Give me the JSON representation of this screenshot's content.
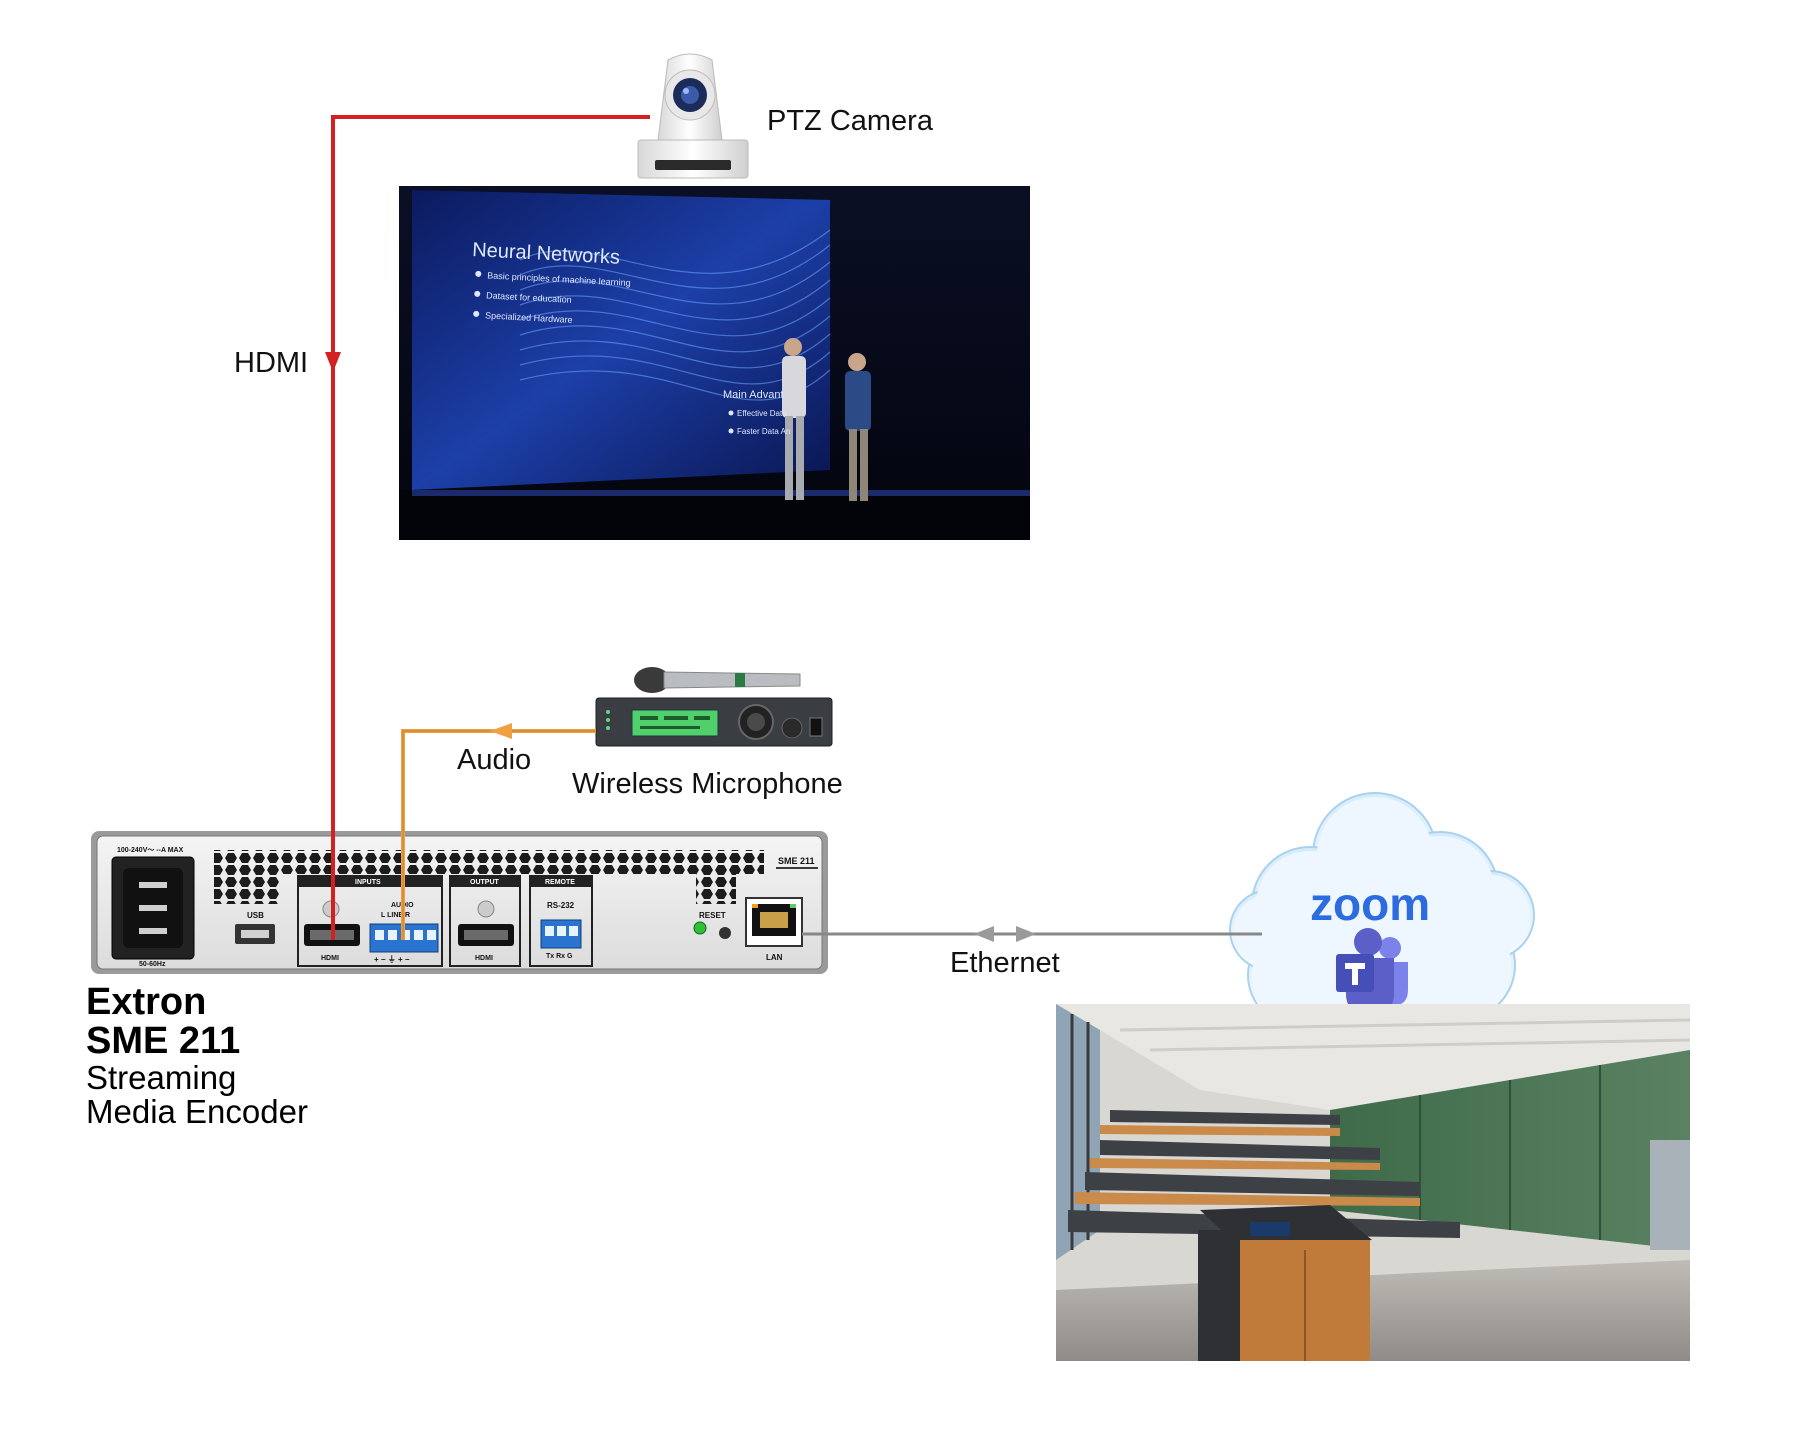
{
  "labels": {
    "ptz_camera": "PTZ Camera",
    "hdmi_cable": "HDMI",
    "audio_cable": "Audio",
    "wireless_mic": "Wireless Microphone",
    "ethernet_cable": "Ethernet"
  },
  "device": {
    "brand": "Extron",
    "model": "SME 211",
    "desc_line1": "Streaming",
    "desc_line2": "Media Encoder"
  },
  "panel": {
    "power_rating": "100-240V〜 --A MAX",
    "frequency": "50-60Hz",
    "usb": "USB",
    "inputs": "INPUTS",
    "hdmi_in": "HDMI",
    "audio": "AUDIO",
    "line": "L   LINE   R",
    "audio_pins": "+  −  ⏚  +  −",
    "output": "OUTPUT",
    "hdmi_out": "HDMI",
    "remote": "REMOTE",
    "rs232": "RS-232",
    "rs232_pins": "Tx Rx G",
    "reset": "RESET",
    "lan": "LAN",
    "model_tag": "SME 211"
  },
  "screen": {
    "title": "Neural Networks",
    "bullets": [
      "Basic principles of machine learning",
      "Dataset for education",
      "Specialized Hardware"
    ],
    "sub_title": "Main Advant",
    "sub_bullets": [
      "Effective Data",
      "Faster Data An"
    ]
  },
  "cloud": {
    "zoom": "zoom"
  },
  "colors": {
    "hdmi": "#d42020",
    "audio": "#f0a040",
    "ethernet": "#888888",
    "zoom_blue": "#2d6be0",
    "teams_purple": "#5b5fc7"
  }
}
